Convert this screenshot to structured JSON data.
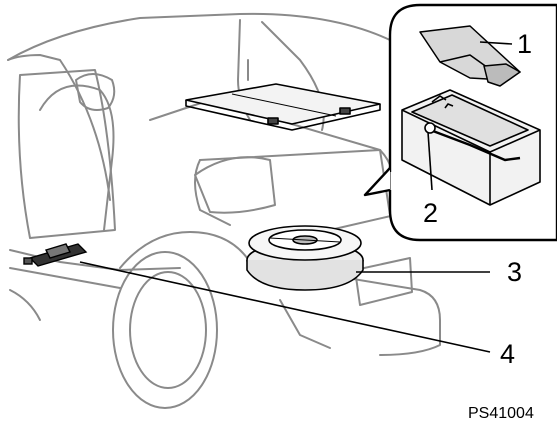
{
  "callouts": [
    {
      "id": "1",
      "label": "1"
    },
    {
      "id": "2",
      "label": "2"
    },
    {
      "id": "3",
      "label": "3"
    },
    {
      "id": "4",
      "label": "4"
    }
  ],
  "figure_code": "PS41004",
  "colors": {
    "line": "#000000",
    "car_outline": "#888888",
    "background": "#ffffff",
    "tool_fill": "#d8d8d8",
    "jack_fill": "#333333"
  }
}
